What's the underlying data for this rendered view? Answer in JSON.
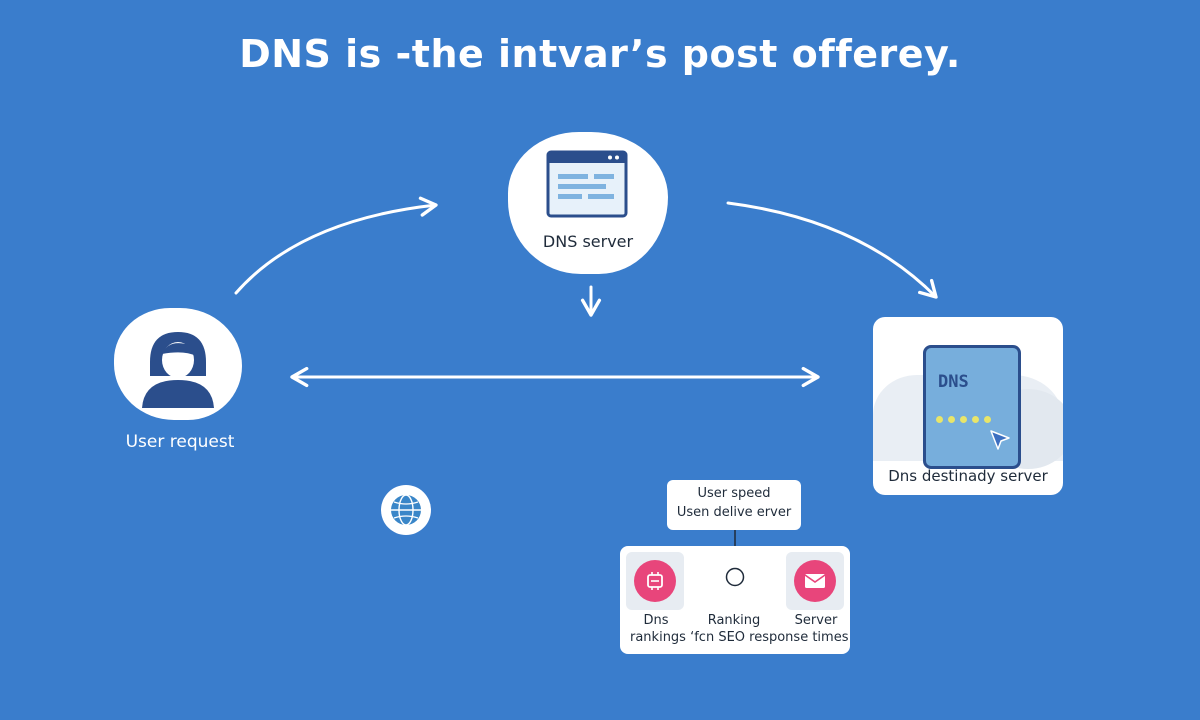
{
  "title": "DNS is -the intvar’s post offerey.",
  "nodes": {
    "dns_server": {
      "label": "DNS server",
      "icon": "browser-window-icon"
    },
    "user": {
      "label": "User request",
      "icon": "user-avatar-icon"
    },
    "destination": {
      "label": "Dns destinady server",
      "device_text": "DNS",
      "icon": "server-device-icon"
    }
  },
  "globe": {
    "icon": "globe-icon"
  },
  "speed_box": {
    "line1": "User speed",
    "line2": "Usen delive erver"
  },
  "metrics": {
    "left": {
      "label": "Dns",
      "icon": "chip-icon"
    },
    "center": {
      "label": "Ranking"
    },
    "right": {
      "label": "Server",
      "icon": "mail-icon"
    },
    "bottom_text": "rankings ‘fcn SEO response times"
  },
  "colors": {
    "background": "#3a7dcc",
    "accent_pink": "#e8457b",
    "navy": "#2b4e8c",
    "device_blue": "#77aedc"
  }
}
